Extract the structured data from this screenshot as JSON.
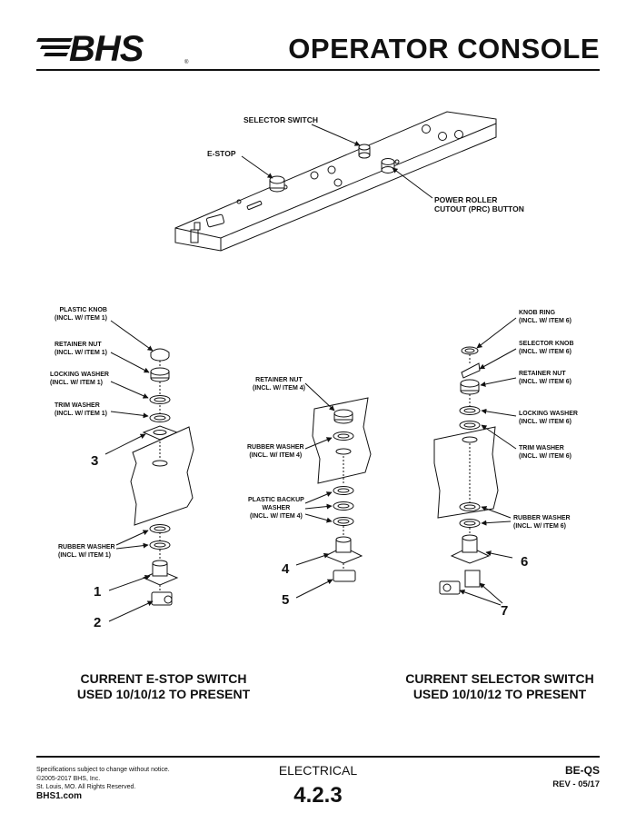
{
  "header": {
    "brand": "BHS",
    "title": "OPERATOR CONSOLE"
  },
  "overview": {
    "selector_switch": "SELECTOR SWITCH",
    "estop": "E-STOP",
    "prc_line1": "POWER ROLLER",
    "prc_line2": "CUTOUT (PRC) BUTTON"
  },
  "estop_parts": {
    "plastic_knob": [
      "PLASTIC KNOB",
      "(INCL. W/ ITEM 1)"
    ],
    "retainer_nut": [
      "RETAINER NUT",
      "(INCL. W/ ITEM 1)"
    ],
    "locking_washer": [
      "LOCKING WASHER",
      "(INCL. W/ ITEM 1)"
    ],
    "trim_washer": [
      "TRIM WASHER",
      "(INCL. W/ ITEM 1)"
    ],
    "rubber_washer": [
      "RUBBER WASHER",
      "(INCL. W/ ITEM 1)"
    ],
    "items": [
      "3",
      "1",
      "2"
    ],
    "caption": [
      "CURRENT E-STOP SWITCH",
      "USED 10/10/12 TO PRESENT"
    ]
  },
  "middle_parts": {
    "retainer_nut": [
      "RETAINER NUT",
      "(INCL. W/ ITEM 4)"
    ],
    "rubber_washer": [
      "RUBBER WASHER",
      "(INCL. W/ ITEM 4)"
    ],
    "plastic_backup": [
      "PLASTIC BACKUP",
      "WASHER",
      "(INCL. W/ ITEM 4)"
    ],
    "items": [
      "4",
      "5"
    ]
  },
  "selector_parts": {
    "knob_ring": [
      "KNOB RING",
      "(INCL. W/ ITEM 6)"
    ],
    "selector_knob": [
      "SELECTOR KNOB",
      "(INCL. W/ ITEM 6)"
    ],
    "retainer_nut": [
      "RETAINER NUT",
      "(INCL. W/ ITEM 6)"
    ],
    "locking_washer": [
      "LOCKING WASHER",
      "(INCL. W/ ITEM 6)"
    ],
    "trim_washer": [
      "TRIM WASHER",
      "(INCL. W/ ITEM 6)"
    ],
    "rubber_washer": [
      "RUBBER WASHER",
      "(INCL. W/ ITEM 6)"
    ],
    "items": [
      "6",
      "7"
    ],
    "caption": [
      "CURRENT SELECTOR SWITCH",
      "USED 10/10/12 TO PRESENT"
    ]
  },
  "footer": {
    "legal": [
      "Specifications subject to change without notice.",
      "©2005-2017 BHS, Inc.",
      "St. Louis, MO.  All Rights Reserved."
    ],
    "site": "BHS1.com",
    "section": "ELECTRICAL",
    "section_number": "4.2.3",
    "code": "BE-QS",
    "revision": "REV - 05/17"
  }
}
